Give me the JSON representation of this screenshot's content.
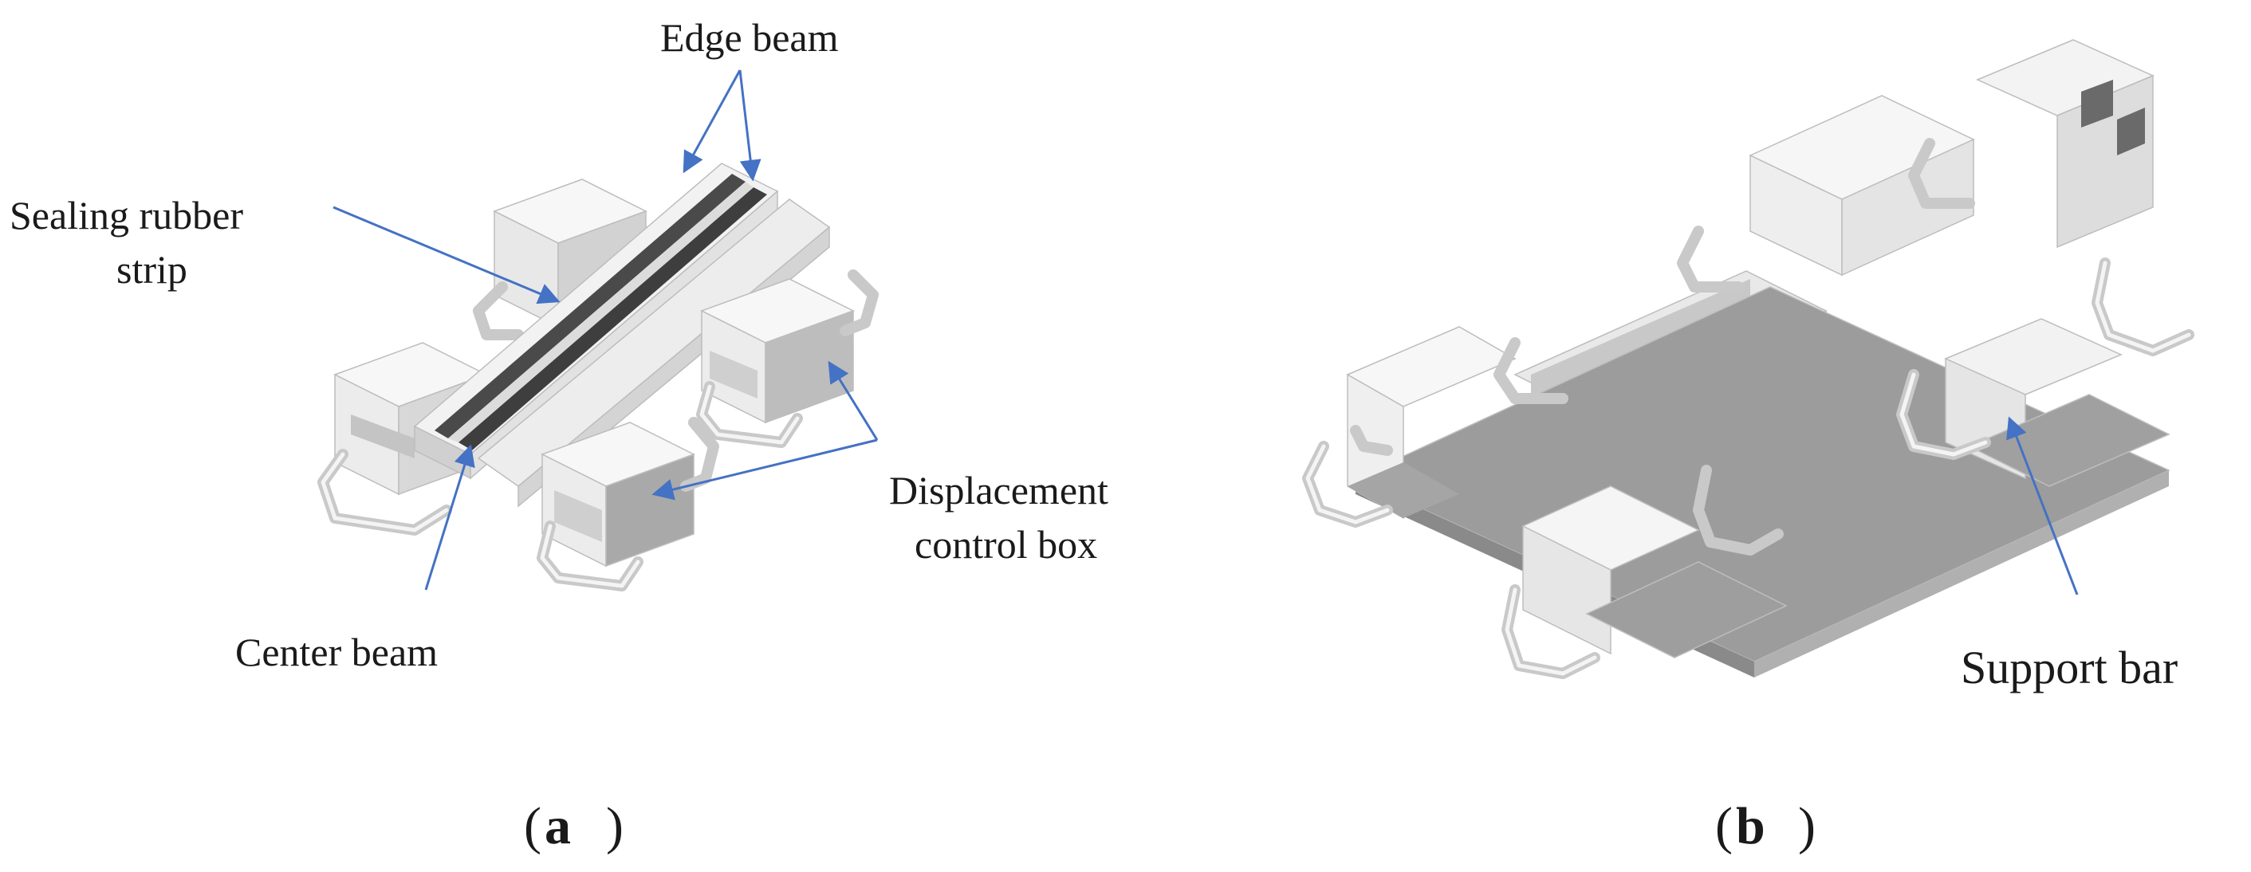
{
  "figure": {
    "panel_a": {
      "label": "a",
      "annotations": {
        "edge_beam": "Edge beam",
        "sealing_line1": "Sealing rubber",
        "sealing_line2": "strip",
        "displacement_line1": "Displacement",
        "displacement_line2": "control box",
        "center_beam": "Center  beam"
      }
    },
    "panel_b": {
      "label": "b",
      "annotations": {
        "support_bar": "Support bar"
      }
    }
  },
  "colors": {
    "leader_line": "#4472c4",
    "light_face": "#f0f0f0",
    "mid_face": "#d6d6d6",
    "dark_face": "#9c9c9c",
    "rubber": "#4a4a4a"
  }
}
